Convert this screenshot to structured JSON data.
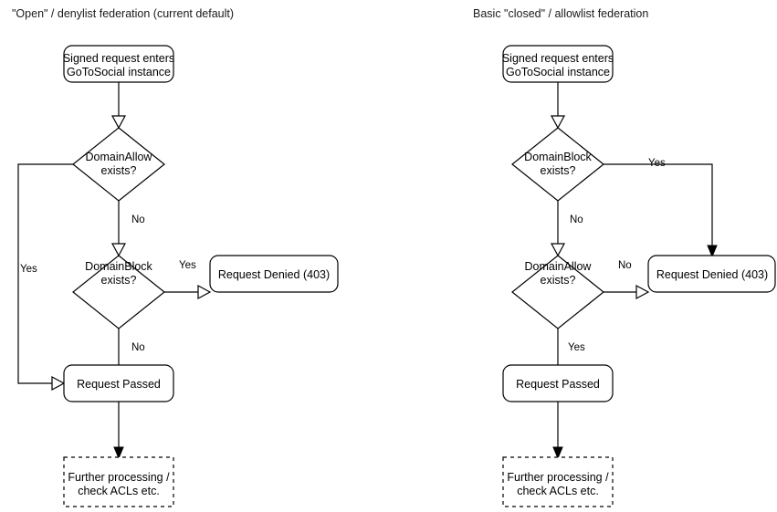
{
  "diagram": {
    "background_color": "#ffffff",
    "stroke_color": "#000000",
    "panels": [
      {
        "id": "denylist",
        "title": "\"Open\" / denylist federation (current default)",
        "nodes": {
          "entry": "Signed request enters\nGoToSocial instance",
          "entry_line1": "Signed request enters",
          "entry_line2": "GoToSocial instance",
          "decision1_line1": "DomainAllow",
          "decision1_line2": "exists?",
          "decision2_line1": "DomainBlock",
          "decision2_line2": "exists?",
          "denied": "Request Denied (403)",
          "passed": "Request Passed",
          "further_line1": "Further processing /",
          "further_line2": "check ACLs etc."
        },
        "edge_labels": {
          "allow_yes": "Yes",
          "allow_no": "No",
          "block_yes": "Yes",
          "block_no": "No"
        }
      },
      {
        "id": "allowlist",
        "title": "Basic \"closed\" / allowlist federation",
        "nodes": {
          "entry": "Signed request enters\nGoToSocial instance",
          "entry_line1": "Signed request enters",
          "entry_line2": "GoToSocial instance",
          "decision1_line1": "DomainBlock",
          "decision1_line2": "exists?",
          "decision2_line1": "DomainAllow",
          "decision2_line2": "exists?",
          "denied": "Request Denied (403)",
          "passed": "Request Passed",
          "further_line1": "Further processing /",
          "further_line2": "check ACLs etc."
        },
        "edge_labels": {
          "block_yes": "Yes",
          "block_no": "No",
          "allow_no": "No",
          "allow_yes": "Yes"
        }
      }
    ]
  }
}
